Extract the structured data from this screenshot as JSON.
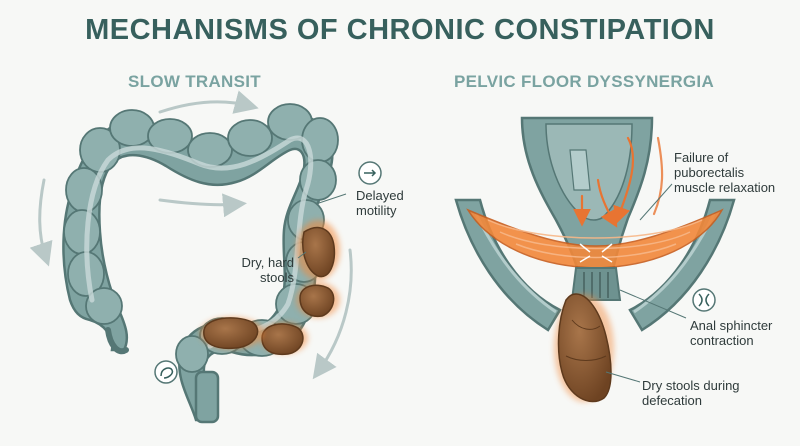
{
  "title": "MECHANISMS OF CHRONIC CONSTIPATION",
  "panels": {
    "left": {
      "title": "SLOW TRANSIT",
      "labels": {
        "delayed": [
          "Delayed",
          "motility"
        ],
        "dry_hard": [
          "Dry, hard",
          "stools"
        ]
      }
    },
    "right": {
      "title": "PELVIC FLOOR DYSSYNERGIA",
      "labels": {
        "failure": [
          "Failure of",
          "puborectalis",
          "muscle relaxation"
        ],
        "sphincter": [
          "Anal sphincter",
          "contraction"
        ],
        "dry_stools": [
          "Dry stools during",
          "defecation"
        ]
      }
    }
  },
  "colors": {
    "tissue": "#7fa3a1",
    "tissue_dark": "#557775",
    "tissue_light": "#b3cccb",
    "stool": "#8a5a34",
    "muscle": "#f2883a",
    "title": "#37605d"
  },
  "icons": [
    "arrow-badge-icon",
    "stool-badge-icon",
    "sphincter-badge-icon"
  ]
}
